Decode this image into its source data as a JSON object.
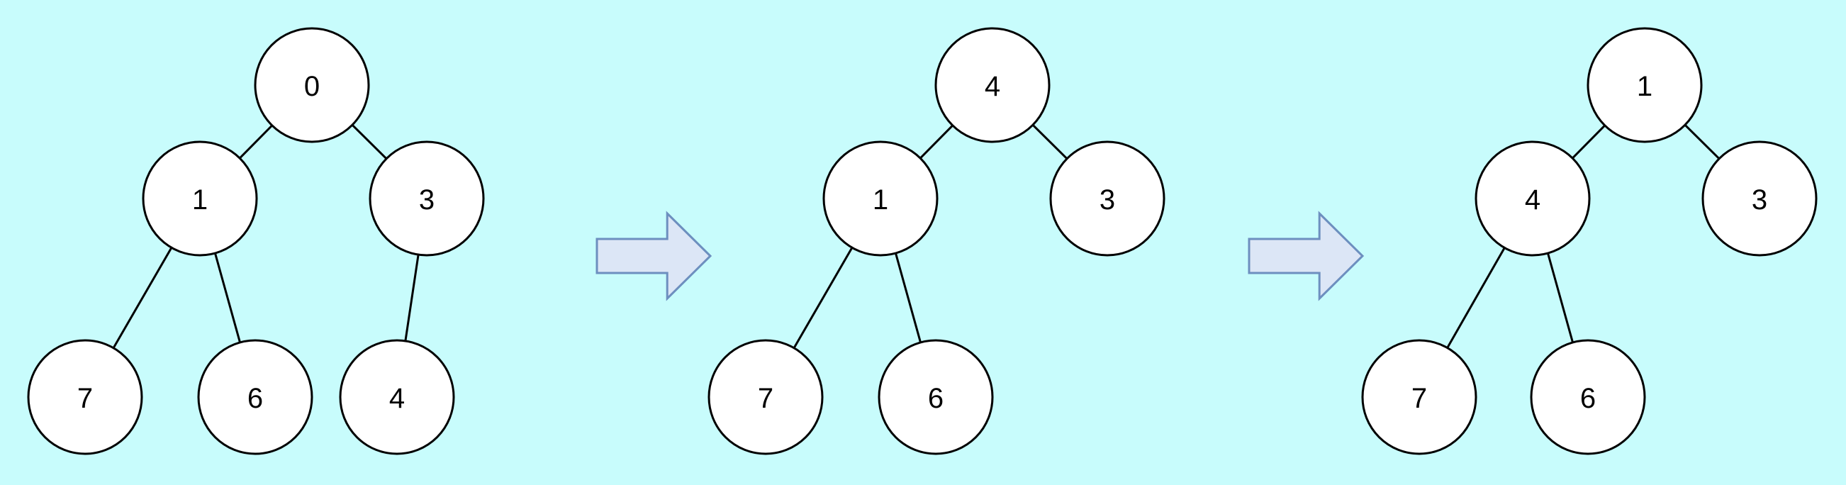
{
  "colors": {
    "background": "#c8fcfc",
    "node_fill": "#ffffff",
    "node_stroke": "#000000",
    "arrow_fill": "#dce6f6",
    "arrow_stroke": "#6d8fbf"
  },
  "trees": [
    {
      "nodes": [
        {
          "id": "a",
          "label": "0"
        },
        {
          "id": "b",
          "label": "1"
        },
        {
          "id": "c",
          "label": "3"
        },
        {
          "id": "d",
          "label": "7"
        },
        {
          "id": "e",
          "label": "6"
        },
        {
          "id": "f",
          "label": "4"
        }
      ],
      "edges": [
        [
          "a",
          "b"
        ],
        [
          "a",
          "c"
        ],
        [
          "b",
          "d"
        ],
        [
          "b",
          "e"
        ],
        [
          "c",
          "f"
        ]
      ]
    },
    {
      "nodes": [
        {
          "id": "a",
          "label": "4"
        },
        {
          "id": "b",
          "label": "1"
        },
        {
          "id": "c",
          "label": "3"
        },
        {
          "id": "d",
          "label": "7"
        },
        {
          "id": "e",
          "label": "6"
        }
      ],
      "edges": [
        [
          "a",
          "b"
        ],
        [
          "a",
          "c"
        ],
        [
          "b",
          "d"
        ],
        [
          "b",
          "e"
        ]
      ]
    },
    {
      "nodes": [
        {
          "id": "a",
          "label": "1"
        },
        {
          "id": "b",
          "label": "4"
        },
        {
          "id": "c",
          "label": "3"
        },
        {
          "id": "d",
          "label": "7"
        },
        {
          "id": "e",
          "label": "6"
        }
      ],
      "edges": [
        [
          "a",
          "b"
        ],
        [
          "a",
          "c"
        ],
        [
          "b",
          "d"
        ],
        [
          "b",
          "e"
        ]
      ]
    }
  ],
  "arrows": [
    {
      "icon": "right-arrow-icon"
    },
    {
      "icon": "right-arrow-icon"
    }
  ]
}
